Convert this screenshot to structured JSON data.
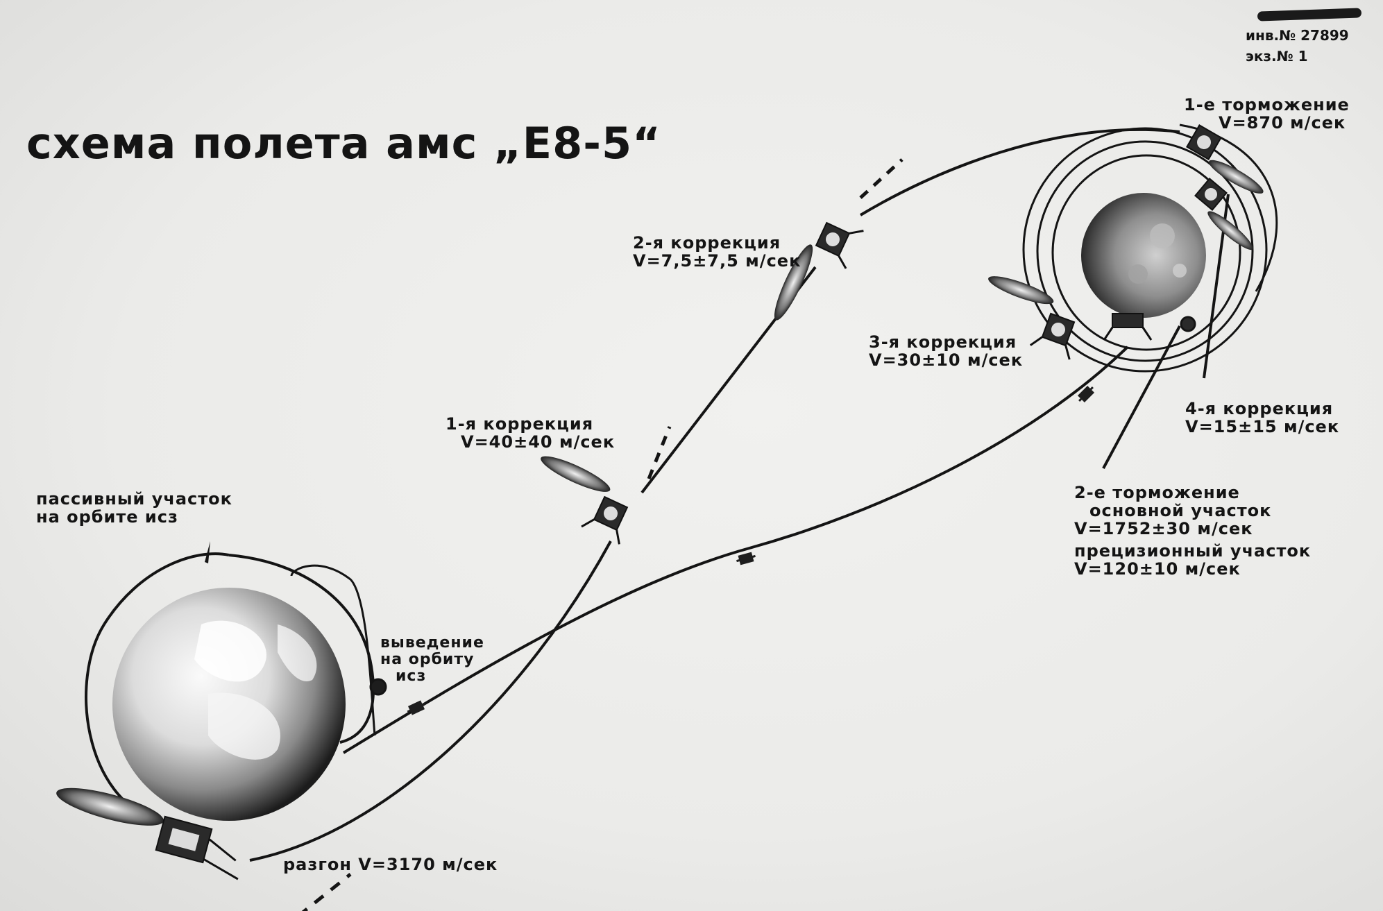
{
  "title": "схема полета амс „Е8-5“",
  "archive": {
    "inv": "инв.№ 27899",
    "copy": "экз.№ 1"
  },
  "labels": {
    "passive": [
      "пассивный участок",
      "на орбите исз"
    ],
    "insertion": [
      "выведение",
      "на орбиту",
      "исз"
    ],
    "boost": "разгон  V=3170 м/сек",
    "corr1": [
      "1-я коррекция",
      "V=40±40 м/сек"
    ],
    "corr2": [
      "2-я коррекция",
      "V=7,5±7,5 м/сек"
    ],
    "corr3": [
      "3-я коррекция",
      "V=30±10 м/сек"
    ],
    "corr4": [
      "4-я коррекция",
      "V=15±15 м/сек"
    ],
    "brake1": [
      "1-е торможение",
      "V=870 м/сек"
    ],
    "brake2": [
      "2-е торможение",
      "основной участок",
      "V=1752±30 м/сек",
      "прецизионный участок",
      "V=120±10 м/сек"
    ]
  },
  "bodies": {
    "earth": "earth-globe",
    "moon": "moon-globe"
  },
  "icons": [
    "spacecraft-icon",
    "rocket-flame-icon",
    "marker-dot-icon"
  ]
}
